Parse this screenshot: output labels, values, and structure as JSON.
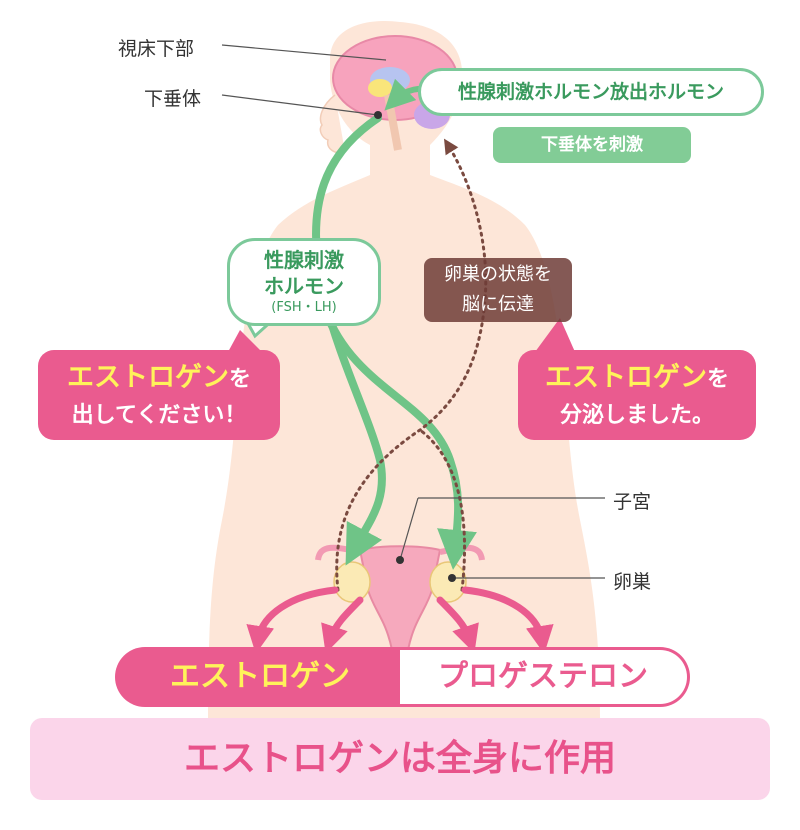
{
  "labels": {
    "hypothalamus": "視床下部",
    "pituitary": "下垂体",
    "uterus": "子宮",
    "ovary": "卵巣"
  },
  "gnrh_pill": "性腺刺激ホルモン放出ホルモン",
  "pituitary_stim": "下垂体を刺激",
  "gonadotropin": {
    "line1": "性腺刺激",
    "line2": "ホルモン",
    "sub": "(FSH・LH)"
  },
  "feedback": {
    "line1": "卵巣の状態を",
    "line2": "脳に伝達"
  },
  "left_bubble": {
    "highlight": "エストロゲン",
    "suffix": "を",
    "line2": "出してください！"
  },
  "right_bubble": {
    "highlight": "エストロゲン",
    "suffix": "を",
    "line2": "分泌しました。"
  },
  "hormone_bar": {
    "estrogen": "エストロゲン",
    "progesterone": "プロゲステロン"
  },
  "bottom_banner": "エストロゲンは全身に作用",
  "colors": {
    "green": "#7cc99a",
    "pink": "#ea5b8f",
    "yellow": "#fff35a",
    "skin": "#fde6d8",
    "banner_bg": "#fbd5ea"
  }
}
